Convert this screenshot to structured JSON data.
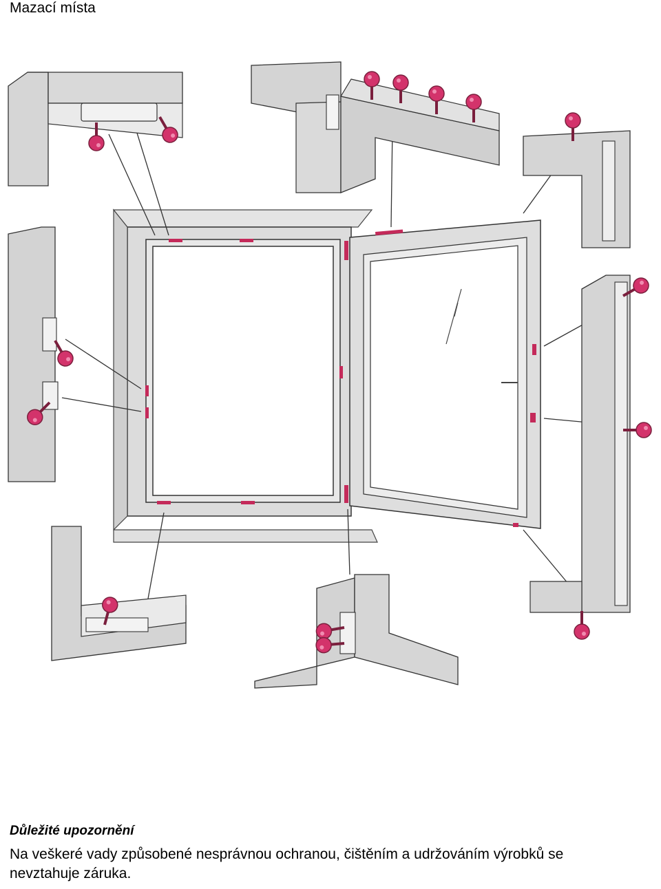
{
  "header": {
    "title": "Mazací místa"
  },
  "figure": {
    "subject": "window-lubrication-diagram",
    "colors": {
      "frame": "#d9d9d9",
      "frame_shadow": "#c4c4c4",
      "outline": "#3a3a3a",
      "grease_nipple": "#d3336b",
      "fitting": "#c42a5a"
    }
  },
  "notice": {
    "title": "Důležité upozornění",
    "body": "Na veškeré vady způsobené nesprávnou ochranou, čištěním a udržováním výrobků se nevztahuje záruka."
  }
}
